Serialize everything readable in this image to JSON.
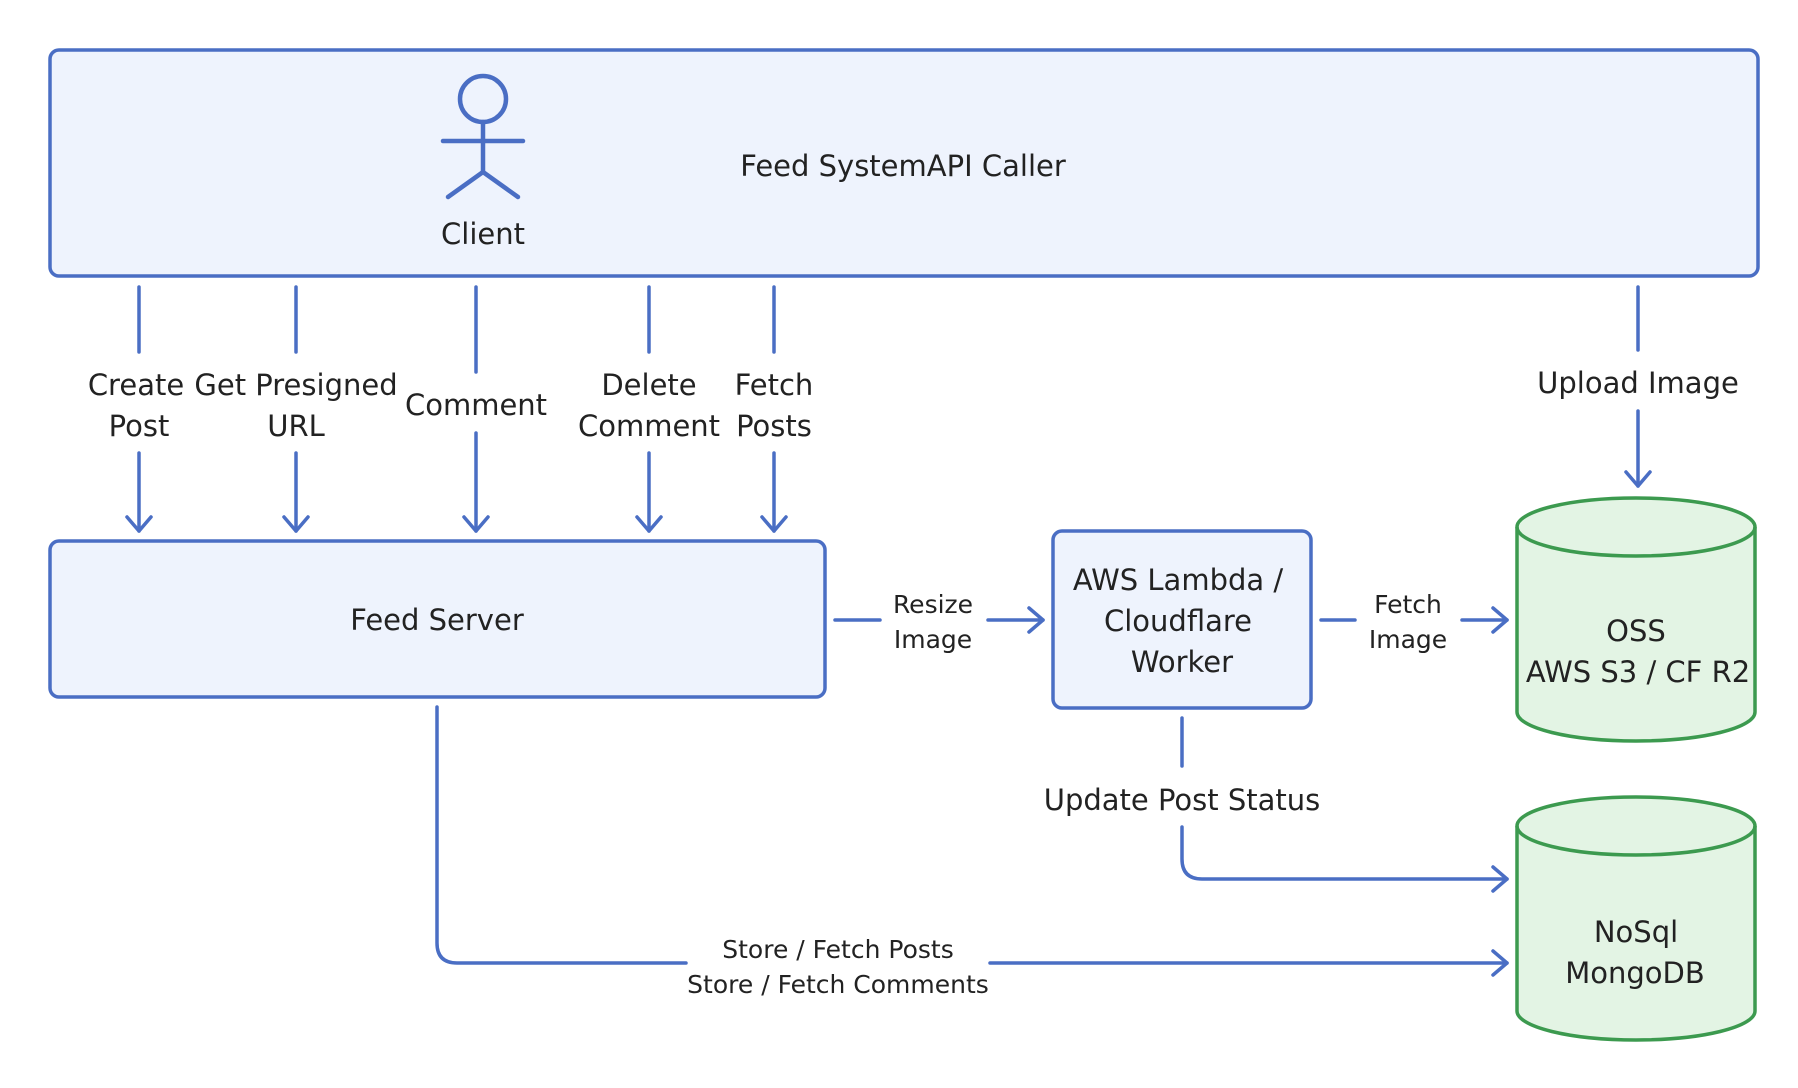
{
  "caller": {
    "title": "Feed SystemAPI Caller",
    "actor_label": "Client"
  },
  "feed_server": {
    "label": "Feed Server"
  },
  "worker": {
    "lines": [
      "AWS Lambda /",
      "Cloudflare",
      "Worker"
    ]
  },
  "oss": {
    "lines": [
      "OSS",
      "AWS S3 / CF R2"
    ]
  },
  "nosql": {
    "lines": [
      "NoSql",
      "MongoDB"
    ]
  },
  "edges": {
    "create_post": [
      "Create",
      "Post"
    ],
    "get_presigned_url": [
      "Get Presigned",
      "URL"
    ],
    "comment": [
      "Comment"
    ],
    "delete_comment": [
      "Delete",
      "Comment"
    ],
    "fetch_posts": [
      "Fetch",
      "Posts"
    ],
    "upload_image": [
      "Upload Image"
    ],
    "resize_image": [
      "Resize",
      "Image"
    ],
    "fetch_image": [
      "Fetch",
      "Image"
    ],
    "update_post_status": [
      "Update Post Status"
    ],
    "store_fetch": [
      "Store / Fetch Posts",
      "Store / Fetch Comments"
    ]
  },
  "colors": {
    "box_fill": "#eef3fd",
    "box_stroke": "#4a6ec4",
    "db_fill": "#e3f4e4",
    "db_stroke": "#3c9a4f"
  }
}
